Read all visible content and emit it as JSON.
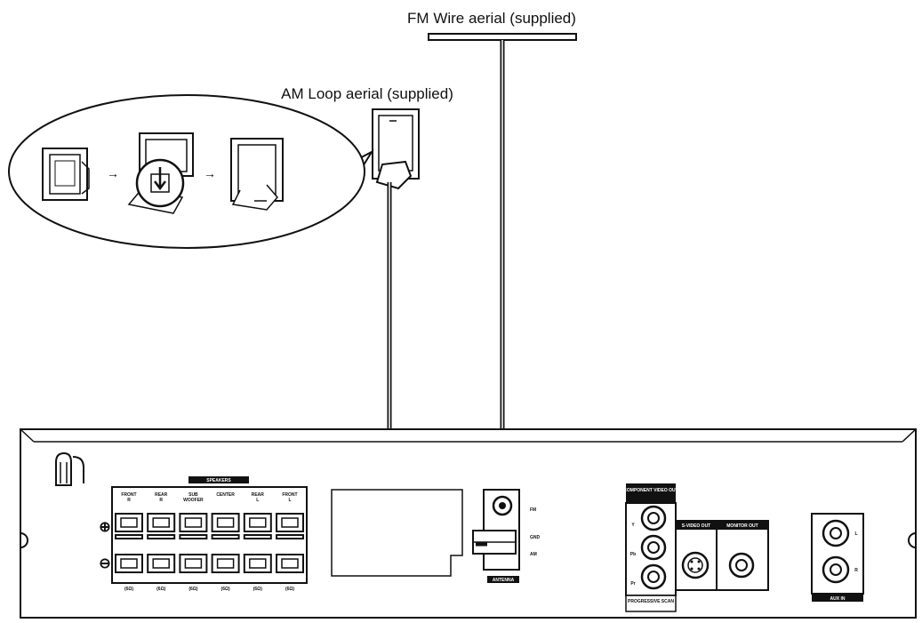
{
  "labels": {
    "fm_aerial": "FM Wire aerial (supplied)",
    "am_aerial": "AM Loop aerial (supplied)"
  },
  "panel": {
    "speakers_header": "SPEAKERS",
    "speakers": [
      {
        "name": "FRONT R",
        "impedance": "(6Ω)"
      },
      {
        "name": "REAR R",
        "impedance": "(6Ω)"
      },
      {
        "name": "SUB WOOFER",
        "impedance": "(6Ω)"
      },
      {
        "name": "CENTER",
        "impedance": "(6Ω)"
      },
      {
        "name": "REAR L",
        "impedance": "(6Ω)"
      },
      {
        "name": "FRONT L",
        "impedance": "(6Ω)"
      }
    ],
    "antenna_header": "ANTENNA",
    "antenna_terms": [
      "FM",
      "GND",
      "AM"
    ],
    "component_header": "COMPONENT VIDEO OUT",
    "component_jacks": [
      "Y",
      "Pb",
      "Pr"
    ],
    "progressive": "PROGRESSIVE SCAN",
    "svideo_header": "S-VIDEO OUT",
    "monitor_header": "MONITOR OUT",
    "aux_header": "AUX IN",
    "aux_jacks": [
      "L",
      "R"
    ]
  },
  "colors": {
    "line": "#111111",
    "panel_fill": "#ffffff"
  }
}
